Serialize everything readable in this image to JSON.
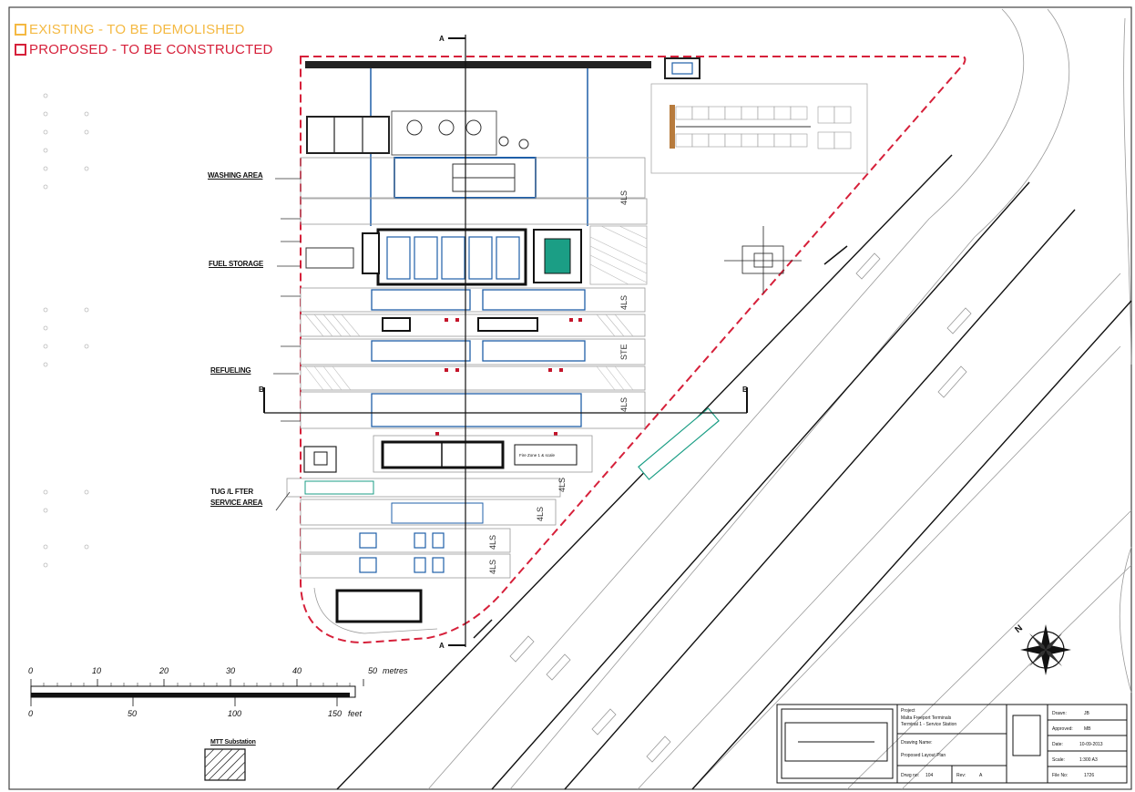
{
  "legend": {
    "existing": {
      "label": "EXISTING - TO BE DEMOLISHED",
      "color": "#f4b942"
    },
    "proposed": {
      "label": "PROPOSED - TO BE CONSTRUCTED",
      "color": "#d6203a"
    }
  },
  "area_labels": {
    "washing": "WASHING AREA",
    "fuel_storage": "FUEL STORAGE",
    "refuelling": "REFUELING",
    "tug_lifter_1": "TUG /L FTER",
    "tug_lifter_2": "SERVICE AREA",
    "substation": "MTT Substation"
  },
  "section_marks": {
    "a_top": "A",
    "a_bottom": "A",
    "b_left": "B",
    "b_right": "B"
  },
  "scale": {
    "metres_ticks": [
      "0",
      "10",
      "20",
      "30",
      "40",
      "50"
    ],
    "metres_unit": "metres",
    "feet_ticks": [
      "0",
      "50",
      "100",
      "150"
    ],
    "feet_unit": "feet"
  },
  "lane_text": [
    "4LS",
    "4LS",
    "STE",
    "4LS",
    "4LS",
    "4LS",
    "4LS",
    "4LS"
  ],
  "interior_text": {
    "fire_zone": "Fire Zone 1 & scale"
  },
  "title_block": {
    "project_label": "Project",
    "project_value_1": "Malta Freeport Terminals",
    "project_value_2": "Terminal 1 - Service Station",
    "drawing_name_label": "Drawing Name:",
    "drawing_name_value": "Proposed Layout Plan",
    "drawing_no_label": "Drwg no:",
    "drawing_no_value": "104",
    "rev_label": "Rev:",
    "rev_value": "A",
    "drawn_label": "Drawn:",
    "drawn_value": "JB",
    "approved_label": "Approved:",
    "approved_value": "MB",
    "date_label": "Date:",
    "date_value": "10-09-2013",
    "scale_label": "Scale:",
    "scale_value": "1:300 A3",
    "file_label": "File No:",
    "file_value": "1726"
  }
}
